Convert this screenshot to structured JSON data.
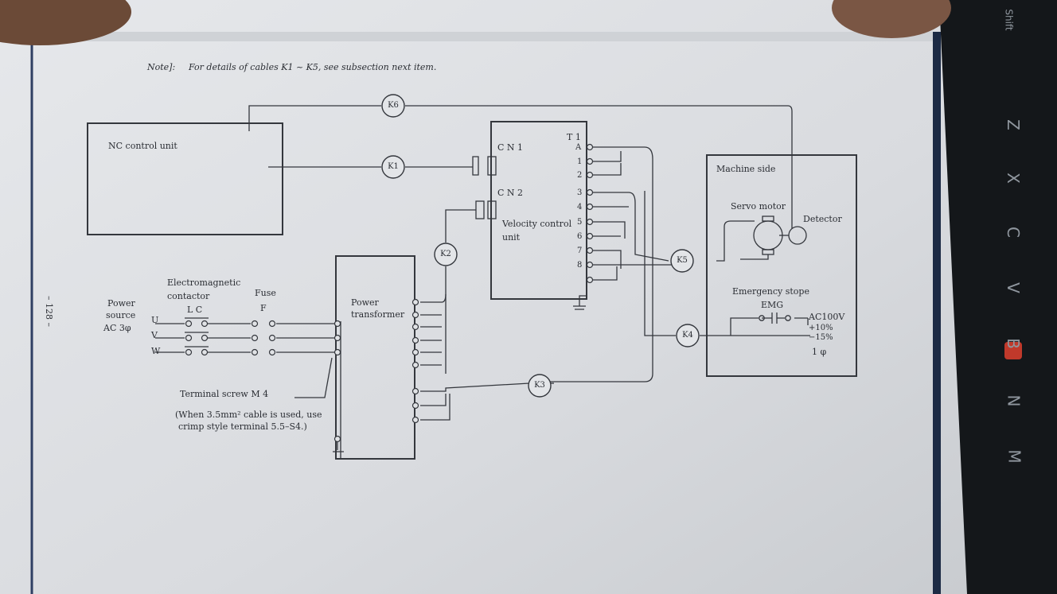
{
  "note": {
    "prefix": "Note]:",
    "text": "For details of cables K1 ~ K5, see subsection next item."
  },
  "page_number": "– 128 –",
  "blocks": {
    "nc_control_unit": "NC control unit",
    "velocity_title_1": "Velocity control",
    "velocity_title_2": "unit",
    "cn1": "C N 1",
    "cn2": "C N 2",
    "t1": "T 1",
    "terminals": [
      "A",
      "1",
      "2",
      "3",
      "4",
      "5",
      "6",
      "7",
      "8"
    ],
    "machine_side": "Machine side",
    "servo_motor": "Servo motor",
    "detector": "Detector",
    "emergency_stop": "Emergency stope",
    "emg": "EMG",
    "ac100v": "AC100V",
    "plus10": "+10%",
    "minus15": "−15%",
    "one_phase": "1 φ",
    "power_transformer_1": "Power",
    "power_transformer_2": "transformer",
    "electromagnetic_1": "Electromagnetic",
    "electromagnetic_2": "contactor",
    "lc": "L C",
    "fuse": "Fuse",
    "f": "F",
    "power_source_1": "Power",
    "power_source_2": "source",
    "power_source_3": "AC  3φ",
    "phase_u": "U",
    "phase_v": "V",
    "phase_w": "W",
    "terminal_screw": "Terminal screw  M 4",
    "when_note_1": "(When 3.5mm² cable is used, use",
    "when_note_2": "crimp style terminal 5.5–S4.)"
  },
  "cables": [
    "K1",
    "K2",
    "K3",
    "K4",
    "K5",
    "K6"
  ],
  "keyboard_keys": [
    "Shift",
    "Z",
    "X",
    "C",
    "V",
    "B",
    "N",
    "M"
  ],
  "colors": {
    "paper": "#dcdee2",
    "ink": "#2a2d33",
    "keyboard": "#14171a",
    "accent_red": "#c0392b"
  }
}
